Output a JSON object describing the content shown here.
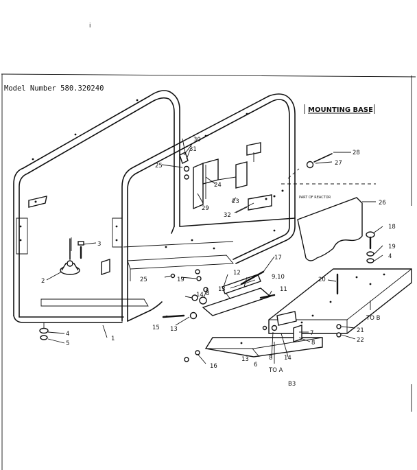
{
  "header": {
    "model_label": "Model Number 580.320240"
  },
  "title": "MOUNTING BASE",
  "stray_mark": "i",
  "reactor_label": "PART OF REACTOR",
  "callouts": [
    "1",
    "2",
    "3",
    "4",
    "5",
    "6",
    "7",
    "8",
    "8",
    "8",
    "9,10",
    "11",
    "12",
    "13",
    "13",
    "13",
    "14",
    "14",
    "15",
    "16",
    "17",
    "18",
    "19",
    "19",
    "20",
    "21",
    "22",
    "23",
    "24",
    "25",
    "25",
    "26",
    "27",
    "28",
    "29",
    "30",
    "31",
    "32",
    "4",
    "TO B",
    "TO A",
    "B3"
  ]
}
